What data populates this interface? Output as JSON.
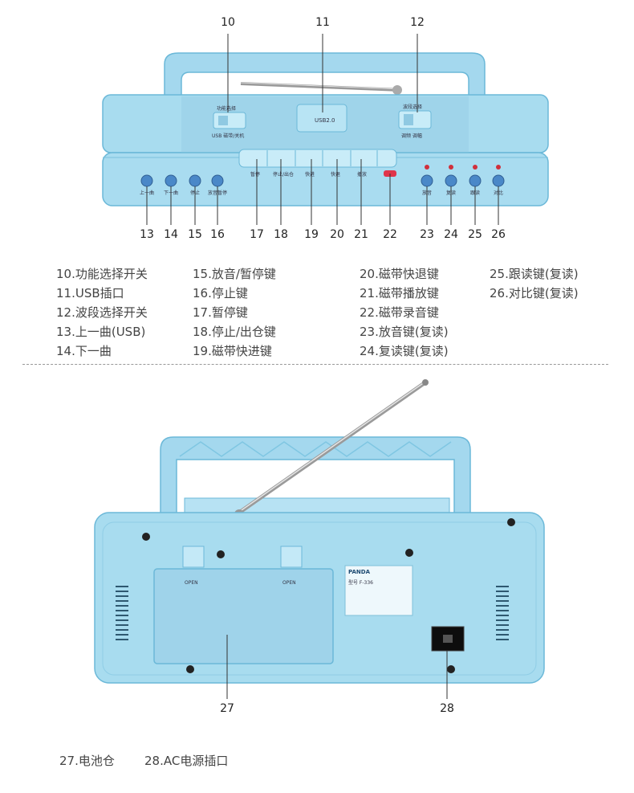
{
  "top_callouts": [
    {
      "num": "10"
    },
    {
      "num": "11"
    },
    {
      "num": "12"
    }
  ],
  "bottom_callouts": [
    {
      "num": "13"
    },
    {
      "num": "14"
    },
    {
      "num": "15"
    },
    {
      "num": "16"
    },
    {
      "num": "17"
    },
    {
      "num": "18"
    },
    {
      "num": "19"
    },
    {
      "num": "20"
    },
    {
      "num": "21"
    },
    {
      "num": "22"
    },
    {
      "num": "23"
    },
    {
      "num": "24"
    },
    {
      "num": "25"
    },
    {
      "num": "26"
    }
  ],
  "device_labels": {
    "func_switch": "功能选择",
    "func_switch_sub": "USB  磁带/关机",
    "band_switch": "波段选择",
    "band_switch_sub": "调频    调幅",
    "usb_port": "USB2.0",
    "buttons": [
      "上一曲",
      "下一曲",
      "停止",
      "放音暂停"
    ],
    "tape_buttons": [
      "暂停",
      "停止/出仓",
      "快进",
      "快退",
      "播放"
    ],
    "right_buttons": [
      "放音",
      "复读",
      "跟读",
      "对比"
    ],
    "battery_open_left": "OPEN",
    "battery_open_right": "OPEN",
    "brand": "PANDA",
    "model": "型号 F-336"
  },
  "legend_col1": [
    "10.功能选择开关",
    "11.USB插口",
    "12.波段选择开关",
    "13.上一曲(USB)",
    "14.下一曲"
  ],
  "legend_col2": [
    "15.放音/暂停键",
    "16.停止键",
    "17.暂停键",
    "18.停止/出仓键",
    "19.磁带快进键"
  ],
  "legend_col3": [
    "20.磁带快退键",
    "21.磁带播放键",
    "22.磁带录音键",
    "23.放音键(复读)",
    "24.复读键(复读)"
  ],
  "legend_col4": [
    "25.跟读键(复读)",
    "26.对比键(复读)"
  ],
  "back_callouts": [
    {
      "num": "27"
    },
    {
      "num": "28"
    }
  ],
  "bottom_legend": [
    "27.电池仓",
    "28.AC电源插口"
  ],
  "colors": {
    "body": "#a8dcef",
    "body_dark": "#7fc6e2",
    "outline": "#5aaecf"
  }
}
